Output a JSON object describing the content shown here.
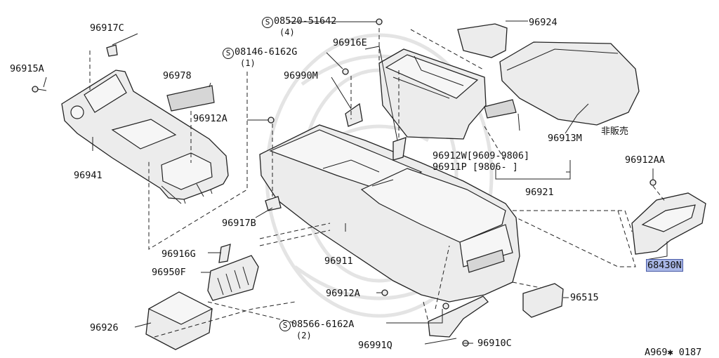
{
  "labels": {
    "p96917C": "96917C",
    "p96915A": "96915A",
    "p96978": "96978",
    "p96912A_top": "96912A",
    "p96941": "96941",
    "s08520": "08520-51642",
    "s08520_qty": "(4)",
    "s08146": "08146-6162G",
    "s08146_qty": "(1)",
    "p96916E": "96916E",
    "p96990M": "96990M",
    "p96924": "96924",
    "p96913M": "96913M",
    "non_sale": "非販売",
    "p96912W": "96912W[9609-9806]",
    "p96911P": "96911P [9806-     ]",
    "p96921": "96921",
    "p96912AA": "96912AA",
    "p68430N": "68430N",
    "p96917B": "96917B",
    "p96916G": "96916G",
    "p96950F": "96950F",
    "p96911": "96911",
    "p96926": "96926",
    "p96912A_bot": "96912A",
    "s08566": "08566-6162A",
    "s08566_qty": "(2)",
    "p96991Q": "96991Q",
    "p96910C": "96910C",
    "p96515": "96515",
    "diagram_id": "A969✱ 0187"
  },
  "screw_symbol": "S",
  "highlight_color": "#a9b7e6"
}
